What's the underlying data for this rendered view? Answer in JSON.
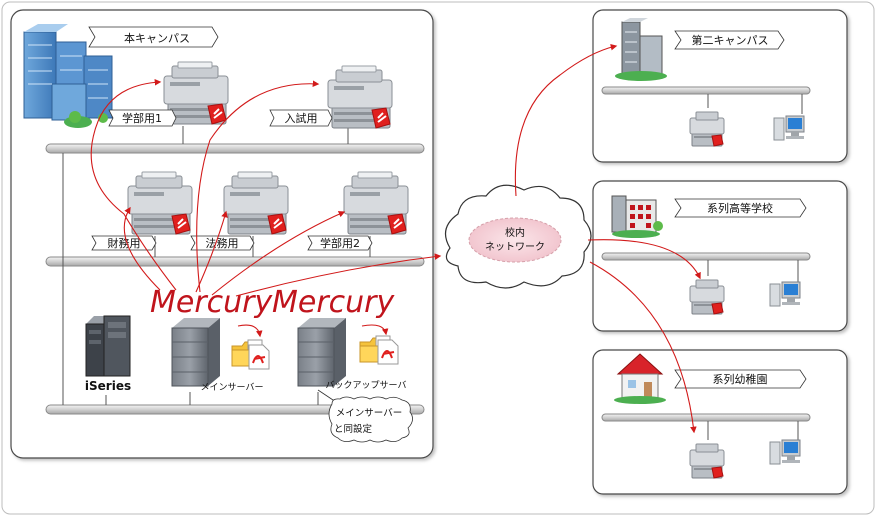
{
  "campuses": {
    "main": {
      "label": "本キャンパス"
    },
    "second": {
      "label": "第二キャンパス"
    },
    "high_school": {
      "label": "系列高等学校"
    },
    "kindergarten": {
      "label": "系列幼稚園"
    }
  },
  "printers": {
    "gakubu1": "学部用1",
    "nyushi": "入試用",
    "zaimu": "財務用",
    "houmu": "法務用",
    "gakubu2": "学部用2"
  },
  "servers": {
    "iseries": "iSeries",
    "main": "メインサーバー",
    "backup": "バックアップサーバ"
  },
  "brand": {
    "name": "Mercury",
    "color": "#c0141c"
  },
  "cloud": {
    "line1": "校内",
    "line2": "ネットワーク"
  },
  "callout": {
    "line1": "メインサーバー",
    "line2": "と同設定"
  },
  "colors": {
    "arrow": "#d21a1a",
    "accent_red": "#e0201e",
    "bus": "#dadada"
  }
}
